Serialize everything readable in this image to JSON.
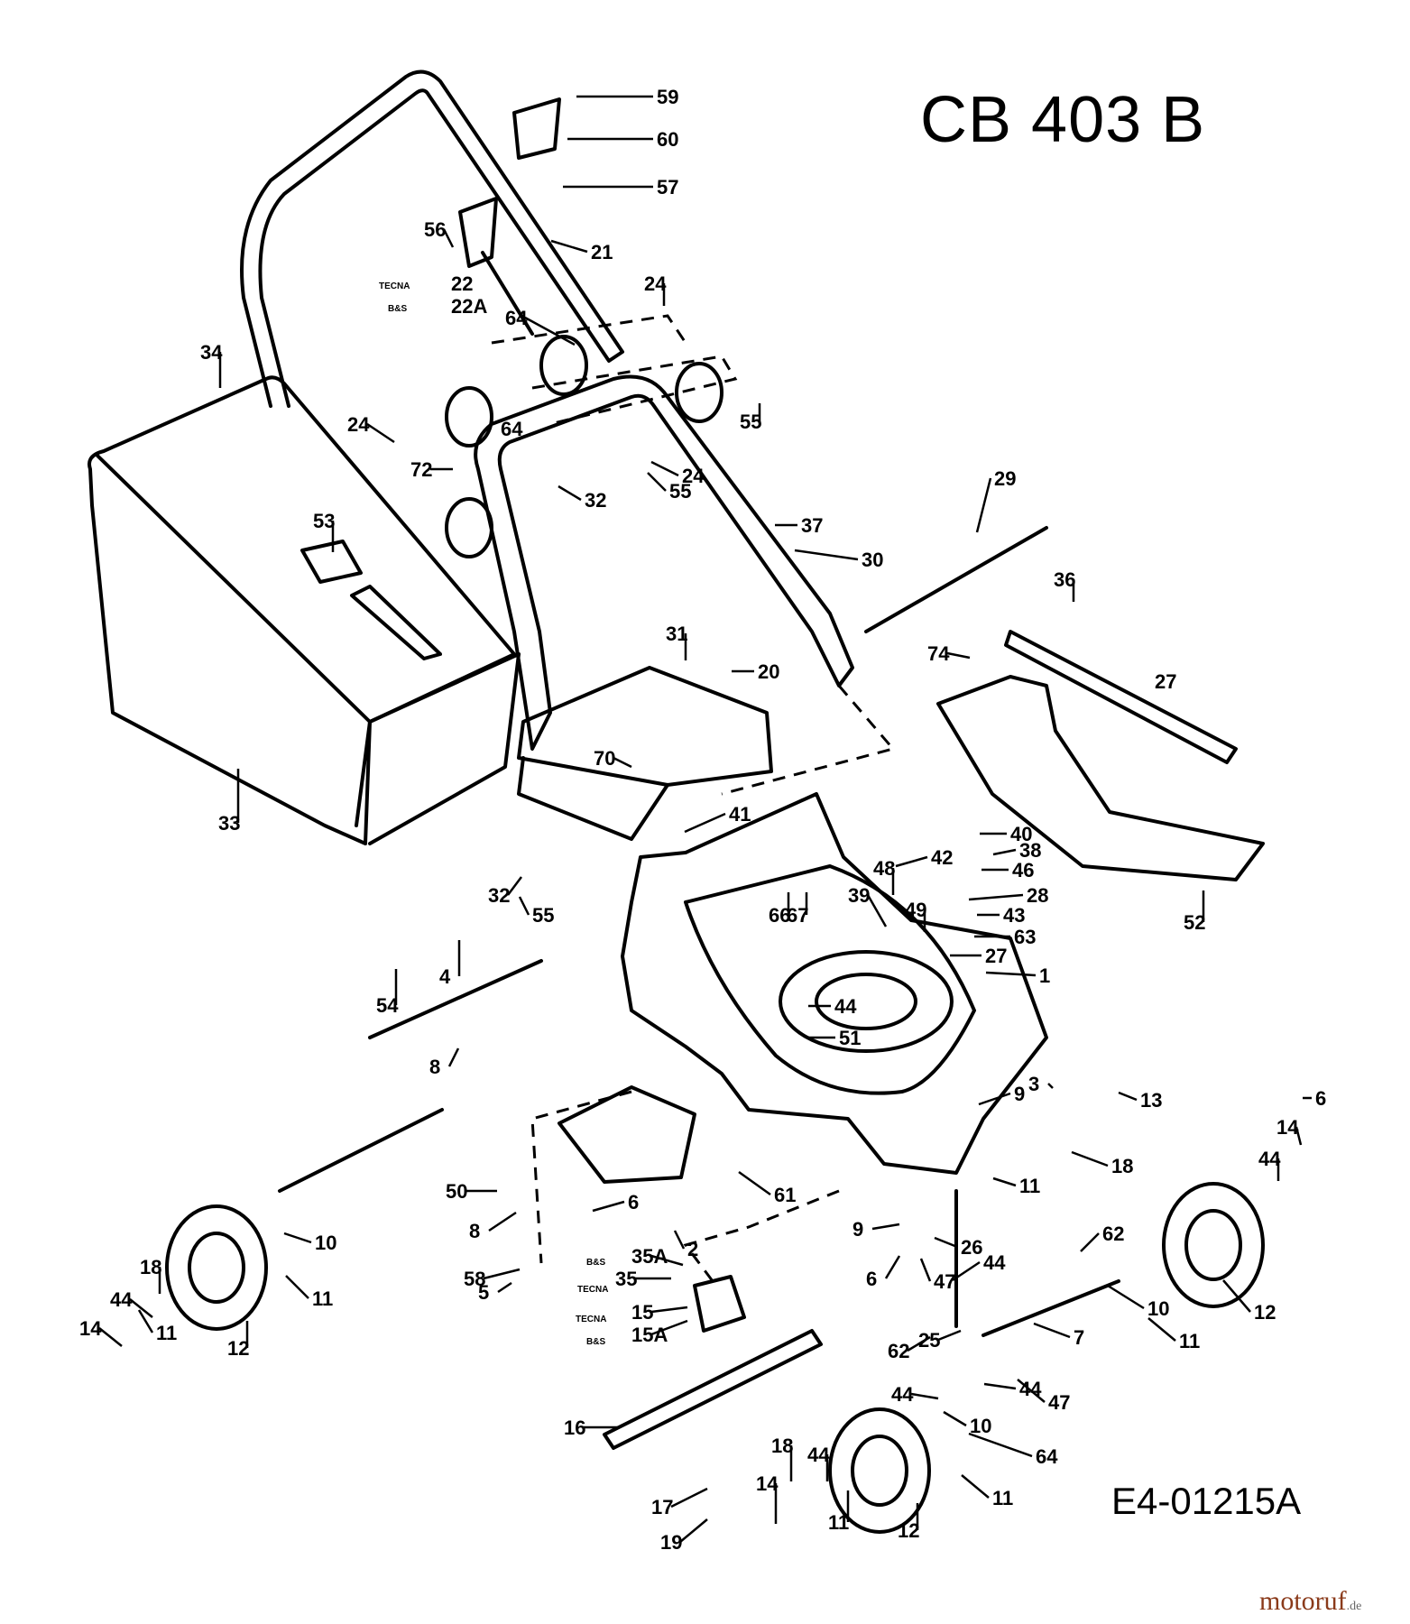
{
  "title": "CB 403 B",
  "drawing_code": "E4-01215A",
  "watermark": {
    "brand": "motoruf",
    "suffix": ".de"
  },
  "variant_tags": {
    "tecna": "TECNA",
    "bs": "B&S"
  },
  "callouts": [
    "59",
    "60",
    "57",
    "56",
    "21",
    "22",
    "22A",
    "24",
    "64",
    "34",
    "24",
    "72",
    "32",
    "55",
    "37",
    "30",
    "29",
    "53",
    "31",
    "20",
    "36",
    "74",
    "27",
    "70",
    "41",
    "33",
    "40",
    "38",
    "46",
    "28",
    "48",
    "42",
    "43",
    "63",
    "27",
    "39",
    "49",
    "32",
    "55",
    "66",
    "67",
    "52",
    "4",
    "54",
    "44",
    "51",
    "1",
    "8",
    "3",
    "13",
    "9",
    "6",
    "14",
    "44",
    "18",
    "11",
    "50",
    "8",
    "5",
    "6",
    "2",
    "61",
    "10",
    "11",
    "18",
    "44",
    "14",
    "11",
    "12",
    "9",
    "26",
    "62",
    "6",
    "47",
    "44",
    "58",
    "35A",
    "35",
    "15",
    "15A",
    "25",
    "7",
    "10",
    "11",
    "12",
    "62",
    "44",
    "44",
    "47",
    "16",
    "10",
    "17",
    "18",
    "44",
    "14",
    "11",
    "12",
    "11",
    "19",
    "64",
    "64",
    "55",
    "24"
  ]
}
